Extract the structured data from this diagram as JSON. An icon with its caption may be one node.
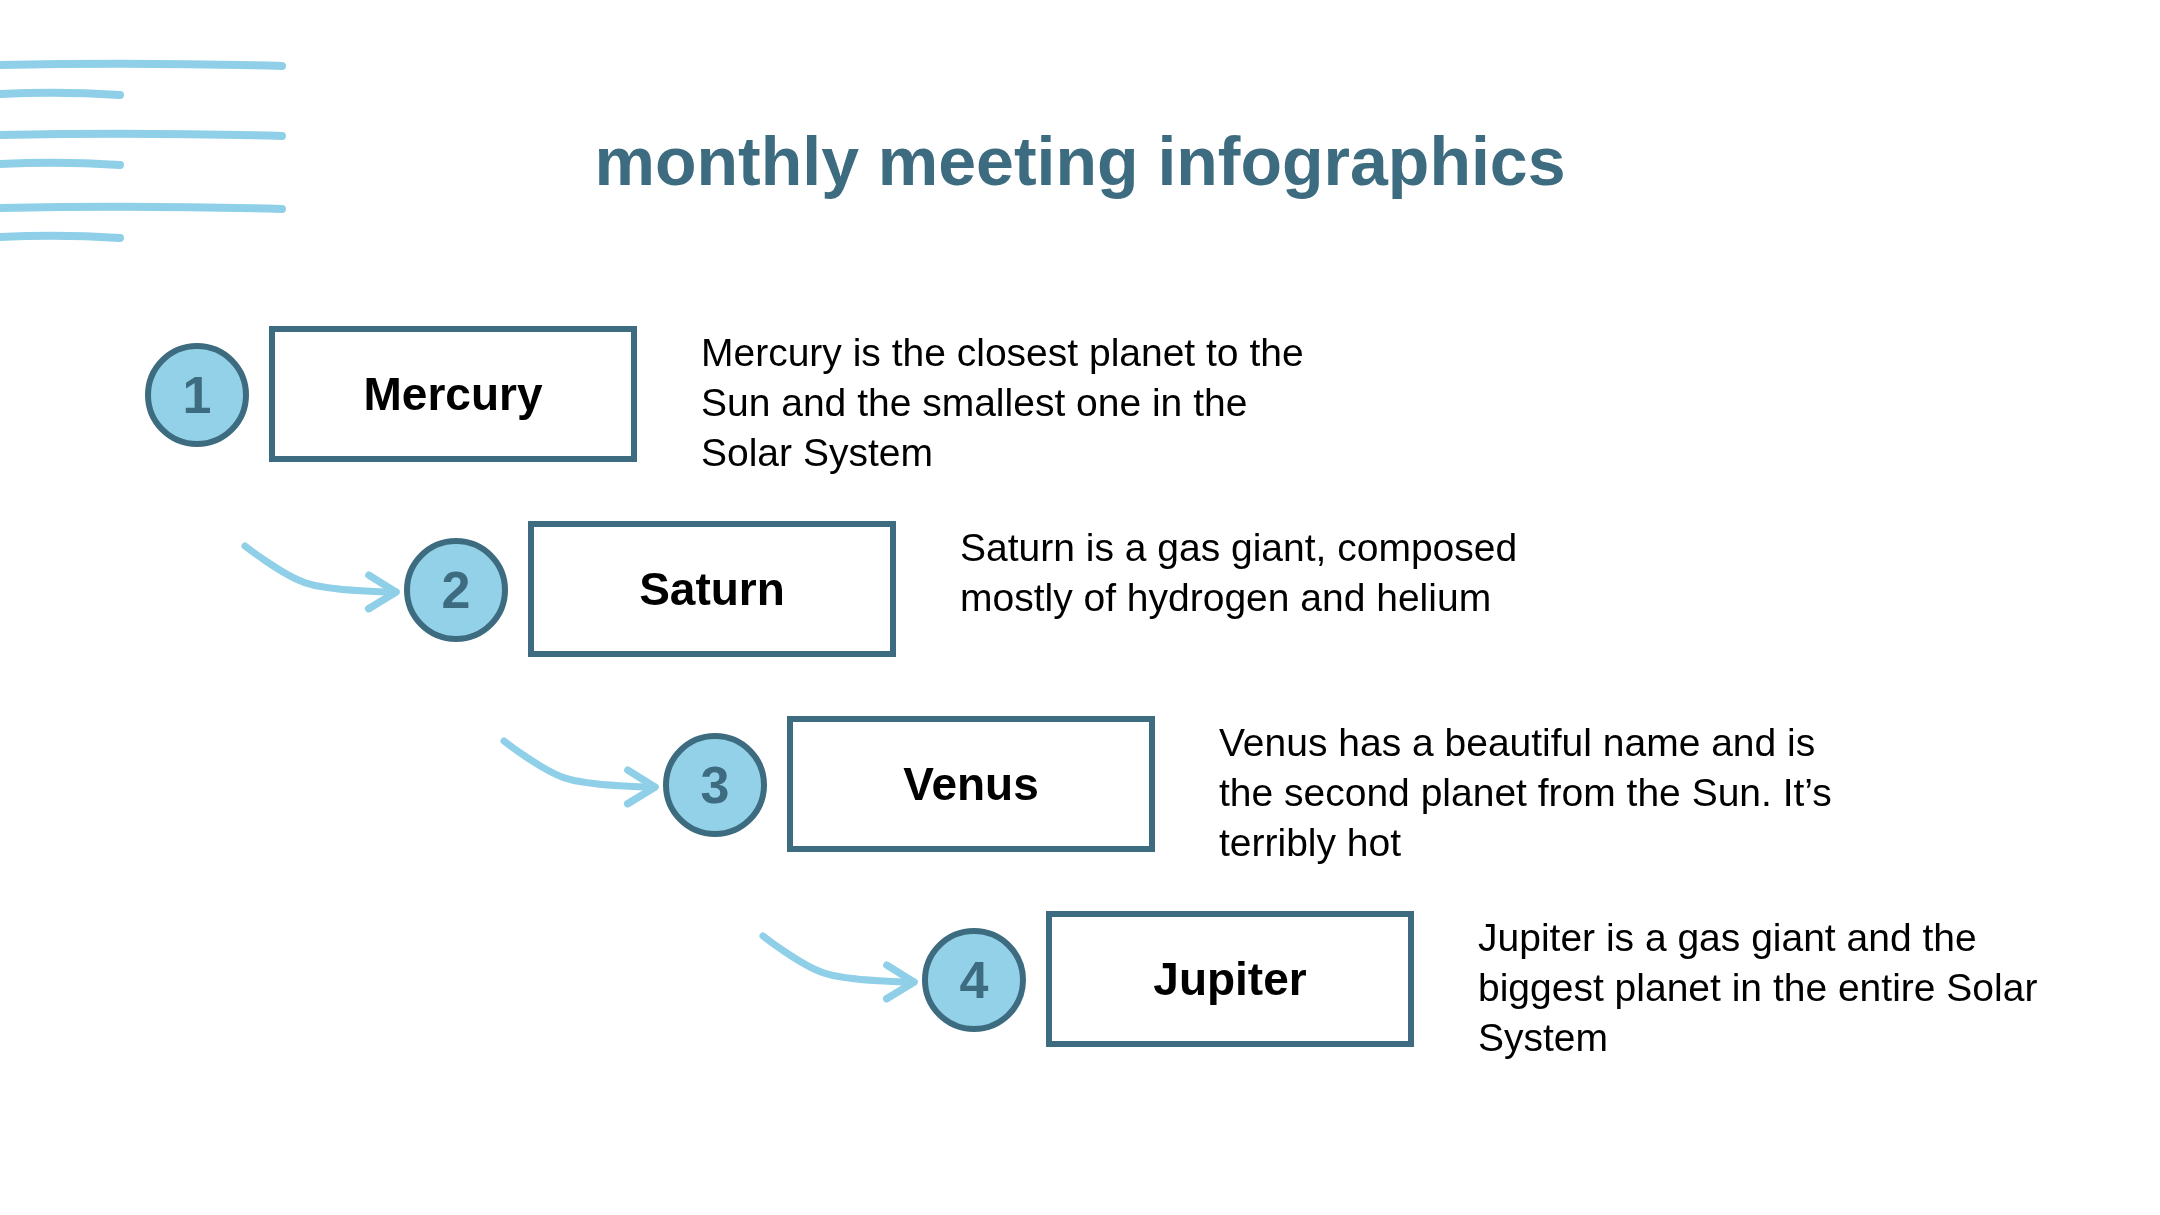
{
  "diagram": {
    "title": "monthly meeting infographics",
    "nodes": [
      {
        "text": [
          "1"
        ]
      },
      {
        "text": [
          "Mercury"
        ],
        "beside": [
          "Mercury is the closest planet to the Sun and the smallest one in the Solar System"
        ]
      },
      {
        "text": [
          "2"
        ]
      },
      {
        "text": [
          "Saturn"
        ],
        "beside": [
          "Saturn is a gas giant, composed mostly of hydrogen and helium"
        ]
      },
      {
        "text": [
          "3"
        ]
      },
      {
        "text": [
          "Venus"
        ],
        "beside": [
          "Venus has a beautiful name and is the second planet from the Sun. It’s terribly hot"
        ]
      },
      {
        "text": [
          "4"
        ]
      },
      {
        "text": [
          "Jupiter"
        ],
        "beside": [
          "Jupiter is a gas giant and the biggest planet in the entire Solar System"
        ]
      }
    ],
    "edges": [
      {
        "from": null,
        "to": 2,
        "arrow": "to"
      },
      {
        "from": null,
        "to": 4,
        "arrow": "to"
      },
      {
        "from": null,
        "to": 6,
        "arrow": "to"
      }
    ]
  }
}
